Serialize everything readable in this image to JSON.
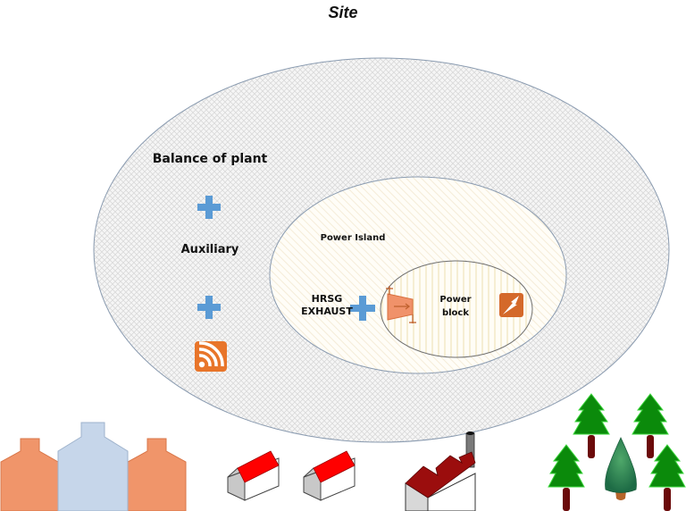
{
  "title": "Site",
  "zones": [
    {
      "id": "balance-of-plant",
      "label": "Balance of plant",
      "fill_pattern": "crosshatch",
      "fill_color": "#e6e6e6",
      "stroke": "#8a9bb0"
    },
    {
      "id": "power-island",
      "label": "Power Island",
      "fill_pattern": "diagonal-stripes",
      "fill_color": "#fdf7ec",
      "stroke": "#8a9bb0"
    },
    {
      "id": "power-block",
      "label_lines": [
        "Power",
        "block"
      ],
      "fill_pattern": "vertical-stripes",
      "fill_color": "#f3e6c0",
      "stroke": "#6f6f6f"
    }
  ],
  "labels": {
    "auxiliary": "Auxiliary",
    "hrsg_lines": [
      "HRSG",
      "EXHAUST"
    ]
  },
  "icons": {
    "plus_color": "#5b9bd5",
    "rss_color": "#e8752a",
    "lightning_color": "#d4692a",
    "turbine_color": "#f0926a"
  },
  "scene": {
    "tanks": [
      {
        "color": "#f0956a"
      },
      {
        "color": "#c6d6ea"
      },
      {
        "color": "#f0956a"
      }
    ],
    "house_roof_color": "#ff0000",
    "factory_roof_color": "#9b0d0d",
    "tree_color": "#0b8a0b",
    "trunk_color": "#6b0a0a"
  }
}
